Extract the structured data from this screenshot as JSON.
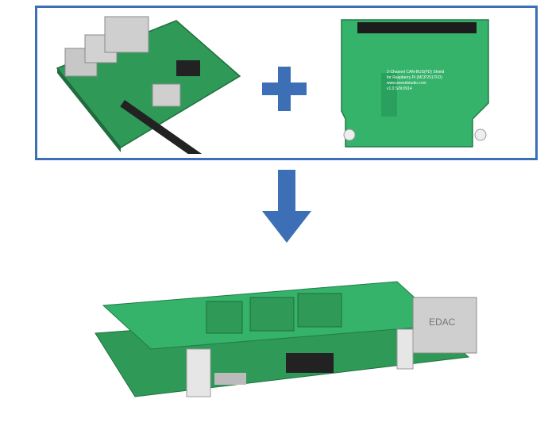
{
  "colors": {
    "frame_border": "#3d6fb6",
    "arrow_fill": "#3d6fb6",
    "plus_fill": "#3d6fb6",
    "pcb_green": "#2f9a58",
    "shield_green": "#35b36a"
  },
  "icons": {
    "plus": "plus-icon",
    "down_arrow": "arrow-down-icon"
  },
  "shield_silkscreen": {
    "line1": "2-Channel CAN-BUS(FD) Shield",
    "line2": "for Raspberry Pi (MCP2517FD)",
    "line3": "www.seeedstudio.com",
    "line4": "v1.0 S/N:0914"
  },
  "rtc_label": "EDAC"
}
